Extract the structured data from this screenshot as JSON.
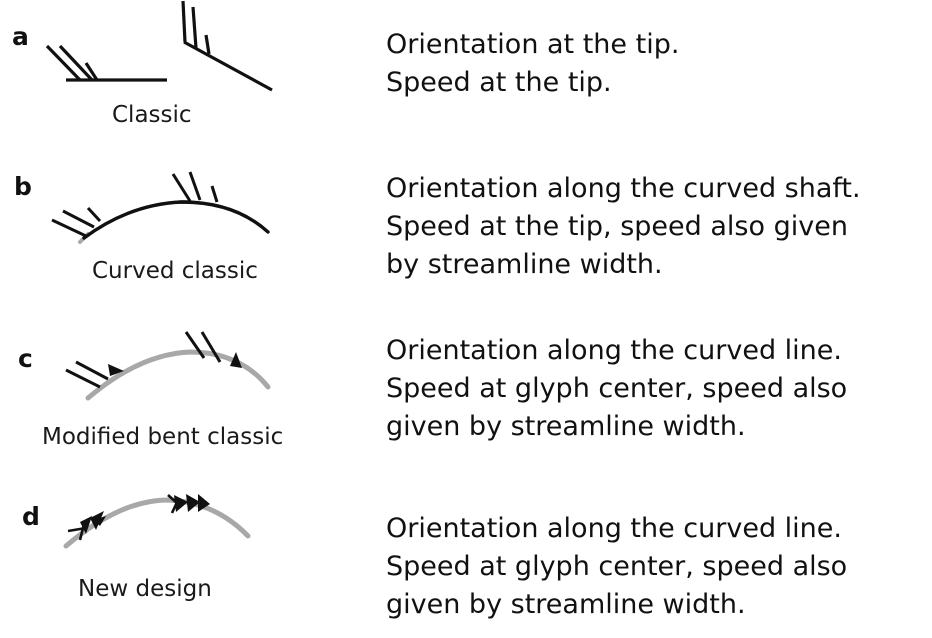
{
  "figure": {
    "panels": [
      {
        "id": "a",
        "letter": "a",
        "caption": "Classic",
        "description": [
          "Orientation at the tip.",
          "Speed at the tip."
        ]
      },
      {
        "id": "b",
        "letter": "b",
        "caption": "Curved classic",
        "description": [
          "Orientation along the curved shaft.",
          "Speed at the tip, speed also given",
          "by streamline width."
        ]
      },
      {
        "id": "c",
        "letter": "c",
        "caption": "Modified bent classic",
        "description": [
          "Orientation along the curved line.",
          "Speed at glyph center,  speed also",
          "given by streamline width."
        ]
      },
      {
        "id": "d",
        "letter": "d",
        "caption": "New design",
        "description": [
          "Orientation along the curved line.",
          "Speed at glyph center,  speed also",
          "given by streamline width."
        ]
      }
    ],
    "colors": {
      "ink": "#111111",
      "streamline_gray": "#a8a8a8",
      "background": "#ffffff"
    }
  }
}
